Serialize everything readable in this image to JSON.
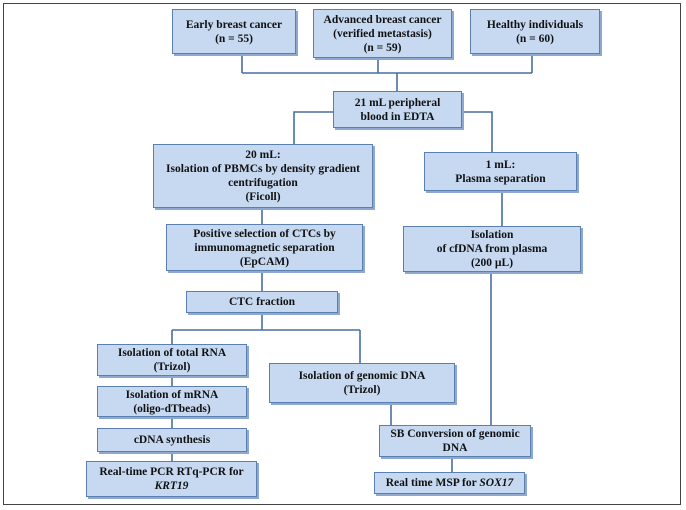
{
  "boxes": {
    "early": {
      "line1": "Early breast cancer",
      "line2": "(n = 55)"
    },
    "advanced": {
      "line1": "Advanced breast cancer",
      "line2": "(verified metastasis)",
      "line3": "(n = 59)"
    },
    "healthy": {
      "line1": "Healthy individuals",
      "line2": "(n = 60)"
    },
    "blood": {
      "line1": "21 mL peripheral",
      "line2": "blood in EDTA"
    },
    "pbmc": {
      "line1": "20 mL:",
      "line2": "Isolation of PBMCs by density gradient",
      "line3": "centrifugation",
      "line4": "(Ficoll)"
    },
    "plasma": {
      "line1": "1 mL:",
      "line2": "Plasma separation"
    },
    "ctc_select": {
      "line1": "Positive selection of CTCs by",
      "line2": "immunomagnetic separation",
      "line3": "(EpCAM)"
    },
    "cfdna": {
      "line1": "Isolation",
      "line2": "of cfDNA from plasma",
      "line3": "(200 µL)"
    },
    "ctc_fraction": {
      "line1": "CTC fraction"
    },
    "total_rna": {
      "line1": "Isolation of total RNA",
      "line2": "(Trizol)"
    },
    "genomic_dna": {
      "line1": "Isolation of genomic DNA",
      "line2": "(Trizol)"
    },
    "mrna": {
      "line1": "Isolation of mRNA",
      "line2": "(oligo-dTbeads)"
    },
    "cdna": {
      "line1": "cDNA synthesis"
    },
    "sb_conversion": {
      "line1": "SB Conversion of genomic",
      "line2": "DNA"
    },
    "pcr": {
      "line1": "Real-time PCR RTq-PCR for",
      "line2": "KRT19"
    },
    "msp": {
      "line1": "Real time MSP for ",
      "line2": "SOX17"
    }
  }
}
